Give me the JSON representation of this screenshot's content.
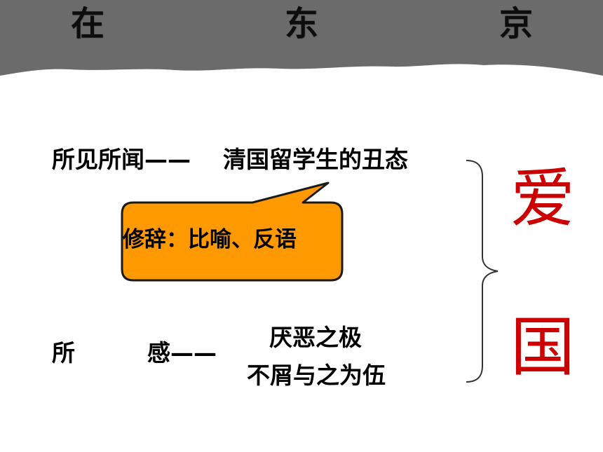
{
  "header": {
    "title_chars": [
      "在",
      "东",
      "京"
    ],
    "band_color": "#6b6b6b"
  },
  "section1": {
    "label": "所见所闻——",
    "content": "清国留学生的丑态"
  },
  "callout": {
    "text": "修辞：比喻、反语",
    "fill_color": "#ff9900"
  },
  "section2": {
    "label_part1": "所",
    "label_part2": "感——",
    "line1": "厌恶之极",
    "line2": "不屑与之为伍"
  },
  "side": {
    "char1": "爱",
    "char2": "国",
    "color": "#cc0000"
  }
}
